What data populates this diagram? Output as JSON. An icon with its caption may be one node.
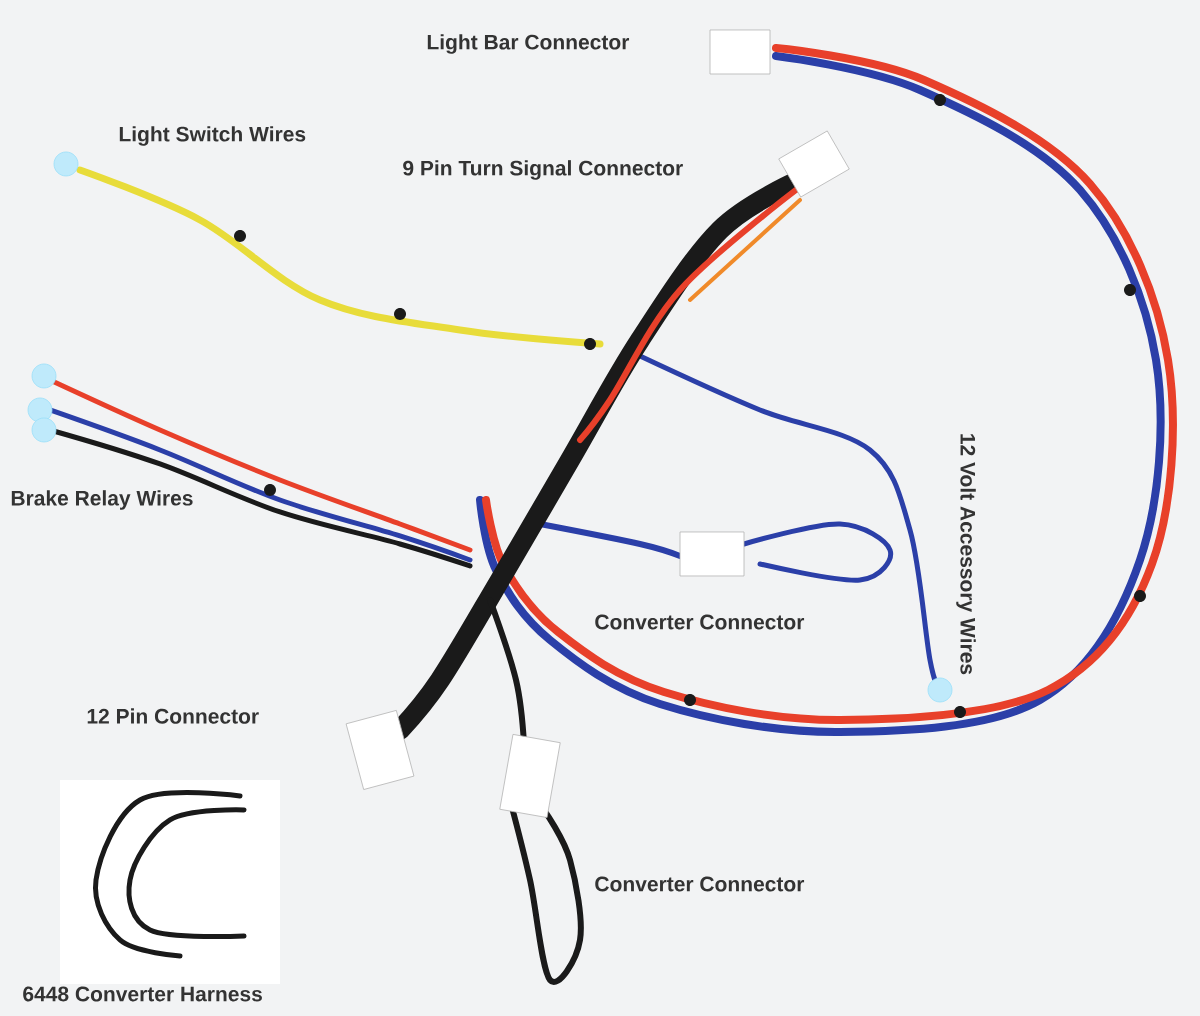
{
  "diagram": {
    "labels": [
      "Light Bar Connector",
      "Light Switch Wires",
      "9 Pin Turn Signal Connector",
      "Brake Relay Wires",
      "12 Volt Accessory Wires",
      "Converter Connector",
      "12 Pin Connector",
      "Converter Connector",
      "6448 Converter Harness"
    ]
  }
}
